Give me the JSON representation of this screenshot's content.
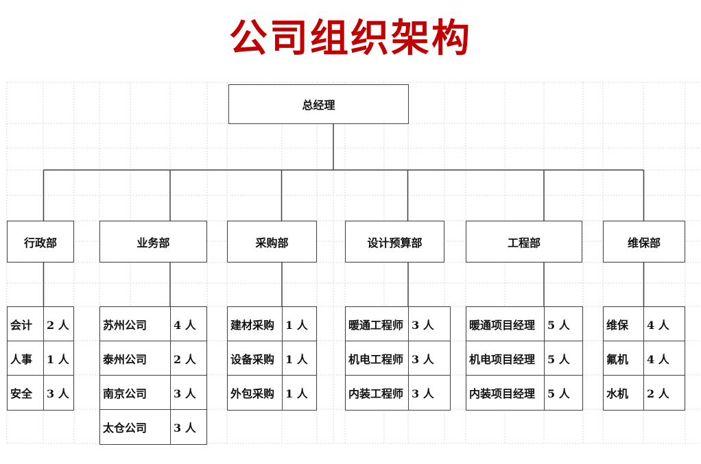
{
  "title": "公司组织架构",
  "root": {
    "label": "总经理"
  },
  "departments": [
    {
      "label": "行政部",
      "members": [
        {
          "name": "会计",
          "count": "2 人"
        },
        {
          "name": "人事",
          "count": "1 人"
        },
        {
          "name": "安全",
          "count": "3 人"
        }
      ]
    },
    {
      "label": "业务部",
      "members": [
        {
          "name": "苏州公司",
          "count": "4 人"
        },
        {
          "name": "泰州公司",
          "count": "2 人"
        },
        {
          "name": "南京公司",
          "count": "3 人"
        },
        {
          "name": "太仓公司",
          "count": "3 人"
        }
      ]
    },
    {
      "label": "采购部",
      "members": [
        {
          "name": "建材采购",
          "count": "1 人"
        },
        {
          "name": "设备采购",
          "count": "1 人"
        },
        {
          "name": "外包采购",
          "count": "1 人"
        }
      ]
    },
    {
      "label": "设计预算部",
      "members": [
        {
          "name": "暖通工程师",
          "count": "3 人"
        },
        {
          "name": "机电工程师",
          "count": "3 人"
        },
        {
          "name": "内装工程师",
          "count": "3 人"
        }
      ]
    },
    {
      "label": "工程部",
      "members": [
        {
          "name": "暖通项目经理",
          "count": "5 人"
        },
        {
          "name": "机电项目经理",
          "count": "5 人"
        },
        {
          "name": "内装项目经理",
          "count": "5 人"
        }
      ]
    },
    {
      "label": "维保部",
      "members": [
        {
          "name": "维保",
          "count": "4 人"
        },
        {
          "name": "氟机",
          "count": "4 人"
        },
        {
          "name": "水机",
          "count": "2 人"
        }
      ]
    }
  ],
  "colors": {
    "title_red": "#c00000",
    "connector_line": "#404040",
    "gridline": "#d9d9d9",
    "text": "#111111",
    "background": "#ffffff"
  }
}
